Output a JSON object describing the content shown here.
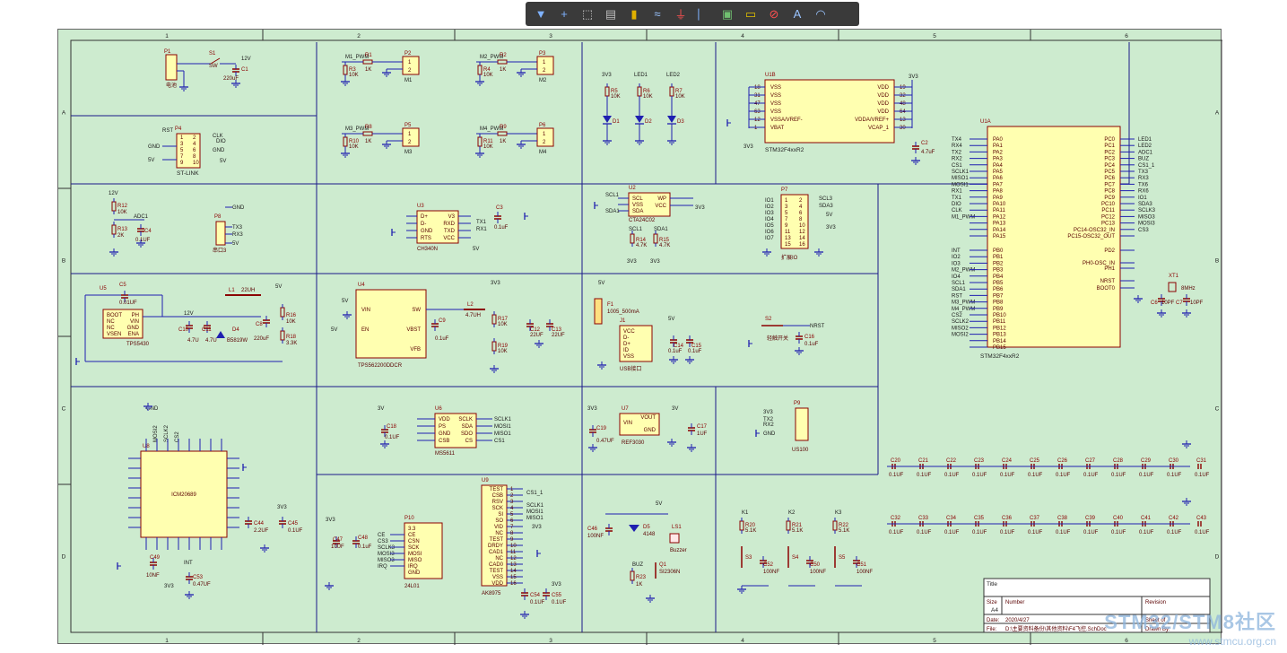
{
  "toolbar": {
    "tools": [
      {
        "name": "filter-icon",
        "glyph": "▼",
        "color": "#7fb2ff"
      },
      {
        "name": "crosshair-icon",
        "glyph": "+",
        "color": "#7fb2ff"
      },
      {
        "name": "select-rect-icon",
        "glyph": "⬚",
        "color": "#d0d0d0"
      },
      {
        "name": "align-icon",
        "glyph": "▤",
        "color": "#bbbbbb"
      },
      {
        "name": "component-icon",
        "glyph": "▮",
        "color": "#e0b000"
      },
      {
        "name": "wire-icon",
        "glyph": "≈",
        "color": "#9ac4ff"
      },
      {
        "name": "ground-icon",
        "glyph": "⏚",
        "color": "#ff5050"
      },
      {
        "name": "bus-icon",
        "glyph": "⎸",
        "color": "#7fb2ff"
      },
      {
        "name": "chip-icon",
        "glyph": "▣",
        "color": "#70c070"
      },
      {
        "name": "port-icon",
        "glyph": "▭",
        "color": "#e0c000"
      },
      {
        "name": "probe-icon",
        "glyph": "⊘",
        "color": "#ff5050"
      },
      {
        "name": "text-icon",
        "glyph": "A",
        "color": "#9ac4ff"
      },
      {
        "name": "arc-icon",
        "glyph": "◠",
        "color": "#9ac4ff"
      }
    ]
  },
  "frame": {
    "columns": [
      "1",
      "2",
      "3",
      "4",
      "5",
      "6"
    ],
    "rows": [
      "A",
      "B",
      "C",
      "D"
    ]
  },
  "blocks": {
    "p1": {
      "ref": "P1",
      "label": "电池",
      "sw": "S1",
      "sw_val": "SW",
      "c": "C1",
      "c_val": "220uF",
      "v": "12V"
    },
    "p4": {
      "ref": "P4",
      "label": "ST-LINK",
      "pins": [
        "1",
        "2",
        "3",
        "4",
        "5",
        "6",
        "7",
        "8",
        "9",
        "10"
      ],
      "nets": [
        "RST",
        "CLK",
        "DIO",
        "GND",
        "5V",
        "5V"
      ]
    },
    "motors": [
      {
        "name": "M1",
        "pwm": "M1_PWM",
        "r": "R1",
        "r_val": "1K",
        "rd": "R3",
        "rd_val": "10K",
        "p": "P2",
        "out": "M1"
      },
      {
        "name": "M2",
        "pwm": "M2_PWM",
        "r": "R2",
        "r_val": "1K",
        "rd": "R4",
        "rd_val": "10K",
        "p": "P3",
        "out": "M2"
      },
      {
        "name": "M3",
        "pwm": "M3_PWM",
        "r": "R8",
        "r_val": "1K",
        "rd": "R10",
        "rd_val": "10K",
        "p": "P5",
        "out": "M3"
      },
      {
        "name": "M4",
        "pwm": "M4_PWM",
        "r": "R9",
        "r_val": "1K",
        "rd": "R11",
        "rd_val": "10K",
        "p": "P6",
        "out": "M4"
      }
    ],
    "leds": [
      {
        "r": "R5",
        "rv": "10K",
        "d": "D1",
        "net": "3V3"
      },
      {
        "r": "R6",
        "rv": "10K",
        "d": "D2",
        "net": "LED1"
      },
      {
        "r": "R7",
        "rv": "10K",
        "d": "D3",
        "net": "LED2"
      }
    ],
    "u1b": {
      "ref": "U1B",
      "part": "STM32F4xxR2",
      "left": [
        "VSS",
        "VSS",
        "VSS",
        "VSS",
        "VSSA/VREF-",
        "VBAT"
      ],
      "right": [
        "VDD",
        "VDD",
        "VDD",
        "VDD",
        "VDDA/VREF+",
        "VCAP_1"
      ],
      "lnums": [
        "18",
        "31",
        "47",
        "63",
        "12",
        "1"
      ],
      "rnums": [
        "19",
        "32",
        "48",
        "64",
        "13",
        "30"
      ],
      "v": "3V3",
      "c2": "C2",
      "c2v": "4.7uF"
    },
    "u1a": {
      "ref": "U1A",
      "part": "STM32F4xxR2",
      "pa": [
        "PA0",
        "PA1",
        "PA2",
        "PA3",
        "PA4",
        "PA5",
        "PA6",
        "PA7",
        "PA8",
        "PA9",
        "PA10",
        "PA11",
        "PA12",
        "PA13",
        "PA14",
        "PA15"
      ],
      "panets": [
        "TX4",
        "RX4",
        "TX2",
        "RX2",
        "CS1",
        "SCLK1",
        "MISO1",
        "MOSI1",
        "RX1",
        "TX1",
        "DIO",
        "CLK",
        "M1_PWM",
        "",
        "",
        ""
      ],
      "pb": [
        "PB0",
        "PB1",
        "PB2",
        "PB3",
        "PB4",
        "PB5",
        "PB6",
        "PB7",
        "PB8",
        "PB9",
        "PB10",
        "PB11",
        "PB12",
        "PB13",
        "PB14",
        "PB15"
      ],
      "pbnets": [
        "INT",
        "IO2",
        "IO3",
        "M2_PWM",
        "IO4",
        "SCL1",
        "SDA1",
        "RST",
        "M3_PWM",
        "M4_PWM",
        "CS2",
        "SCLK2",
        "MISO2",
        "MOSI2",
        "",
        ""
      ],
      "pc": [
        "PC0",
        "PC1",
        "PC2",
        "PC3",
        "PC4",
        "PC5",
        "PC6",
        "PC7",
        "PC8",
        "PC9",
        "PC10",
        "PC11",
        "PC12",
        "PC13",
        "PC14-OSC32_IN",
        "PC15-OSC32_OUT"
      ],
      "pcnets": [
        "LED1",
        "LED2",
        "ADC1",
        "BUZ",
        "CS1_1",
        "TX3",
        "RX3",
        "TX6",
        "RX6",
        "IO1",
        "SDA3",
        "SCLK3",
        "MISO3",
        "MOSI3",
        "CS3",
        ""
      ],
      "pd": [
        "PD2",
        "PH0-OSC_IN",
        "PH1",
        "NRST",
        "BOOT0"
      ],
      "xt": "XT1",
      "xtv": "8MHz",
      "c6": "C6",
      "c7": "C7",
      "cv": "10PF"
    },
    "st_link_left": [
      "GND",
      "5V"
    ],
    "adc": {
      "r12": "R12",
      "r12v": "10K",
      "r13": "R13",
      "r13v": "2K",
      "c4": "C4",
      "c4v": "0.1UF",
      "net": "ADC1",
      "v": "12V"
    },
    "p8": {
      "ref": "P8",
      "label": "串口3",
      "nets": [
        "GND",
        "TX3",
        "RX3",
        "5V"
      ]
    },
    "u3": {
      "ref": "U3",
      "part": "CH340N",
      "left": [
        "D+",
        "D-",
        "GND",
        "RTS"
      ],
      "right": [
        "V3",
        "RXD",
        "TXD",
        "VCC"
      ],
      "c3": "C3",
      "c3v": "0.1uF",
      "nets": [
        "TX1",
        "RX1",
        "5V"
      ]
    },
    "u2": {
      "ref": "U2",
      "part": "CTA24C02",
      "pins": [
        "SCL",
        "VSS",
        "SDA",
        "WP",
        "VCC"
      ],
      "nets": [
        "SCL1",
        "SDA1",
        "3V3"
      ],
      "r14": "R14",
      "r15": "R15",
      "rv": "4.7K"
    },
    "p7": {
      "ref": "P7",
      "label": "扩展IO",
      "nets": [
        "SCL3",
        "IO1",
        "IO2",
        "IO3",
        "IO4",
        "IO5",
        "IO6",
        "IO7",
        "SDA3",
        "5V",
        "3V3"
      ]
    },
    "u5": {
      "ref": "U5",
      "part": "TPS5430",
      "pins": [
        "BOOT",
        "NC",
        "NC",
        "VSEN",
        "PH",
        "VIN",
        "GND",
        "ENA"
      ],
      "c5": "C5",
      "c5v": "0.01UF",
      "c10": "C10",
      "c11": "C11",
      "cv": "4.7U",
      "d4": "D4",
      "d4v": "B5819W",
      "l1": "L1",
      "l1v": "22UH",
      "c8": "C8",
      "c8v": "220uF",
      "r16": "R16",
      "r16v": "10K",
      "r18": "R18",
      "r18v": "3.3K",
      "v": "12V",
      "out": "5V"
    },
    "u4": {
      "ref": "U4",
      "part": "TPS562200DDCR",
      "pins": [
        "VIN",
        "EN",
        "SW",
        "VBST",
        "VFB"
      ],
      "c9": "C9",
      "c9v": "0.1uF",
      "l2": "L2",
      "l2v": "4.7UH",
      "r17": "R17",
      "r17v": "10K",
      "r19": "R19",
      "r19v": "10K",
      "c12": "C12",
      "c13": "C13",
      "cv": "22UF",
      "v": "3V3",
      "vin": "5V"
    },
    "j1": {
      "ref": "J1",
      "part": "USB接口",
      "pins": [
        "VCC",
        "D-",
        "D+",
        "ID",
        "VSS"
      ],
      "f1": "F1",
      "f1v": "1005_500mA",
      "c14": "C14",
      "c15": "C15",
      "cv": "0.1uF",
      "v": "5V"
    },
    "s2": {
      "ref": "S2",
      "label": "轻触开关",
      "net": "NRST",
      "c16": "C16",
      "c16v": "0.1uF"
    },
    "u6": {
      "ref": "U6",
      "part": "MS5611",
      "left": [
        "VDD",
        "PS",
        "GND",
        "CSB"
      ],
      "right": [
        "SCLK",
        "SDA",
        "SDO",
        "CS"
      ],
      "nets": [
        "SCLK1",
        "MOSI1",
        "MISO1",
        "CS1",
        "3V"
      ],
      "c18": "C18",
      "c18v": "0.1UF"
    },
    "u7": {
      "ref": "U7",
      "part": "REF3030",
      "pins": [
        "VIN",
        "VOUT",
        "GND"
      ],
      "c19": "C19",
      "c19v": "0.47UF",
      "c17": "C17",
      "c17v": "1UF",
      "v": "3V3",
      "out": "3V"
    },
    "p9": {
      "ref": "P9",
      "label": "US100",
      "nets": [
        "3V3",
        "TX2",
        "RX2",
        "GND"
      ]
    },
    "decouple_top": [
      "C20",
      "C21",
      "C22",
      "C23",
      "C24",
      "C25",
      "C26",
      "C27",
      "C28",
      "C29",
      "C30",
      "C31"
    ],
    "decouple_bot": [
      "C32",
      "C33",
      "C34",
      "C35",
      "C36",
      "C37",
      "C38",
      "C39",
      "C40",
      "C41",
      "C42",
      "C43"
    ],
    "decouple_val": "0.1UF",
    "u8": {
      "ref": "U8",
      "part": "ICM20689",
      "nets": [
        "MOSI2",
        "SCLK2",
        "CS2"
      ],
      "c44": "C44",
      "c44v": "2.2UF",
      "c45": "C45",
      "c45v": "0.1UF",
      "c49": "C49",
      "c49v": "10NF",
      "c53": "C53",
      "c53v": "0.47UF",
      "net": "INT",
      "v": "3V3"
    },
    "p10": {
      "ref": "P10",
      "label": "24L01",
      "pins": [
        "3.3",
        "CE",
        "CSN",
        "SCK",
        "MOSI",
        "MISO",
        "IRQ",
        "GND"
      ],
      "nets": [
        "CE",
        "CS3",
        "SCLK3",
        "MOSI3",
        "MISO3",
        "IRQ"
      ],
      "c47": "C47",
      "c47v": "10UF",
      "c48": "C48",
      "c48v": "0.1uF",
      "v": "3V3"
    },
    "u9": {
      "ref": "U9",
      "part": "AK8975",
      "pins": [
        "TEST",
        "CSB",
        "RSV",
        "SCK",
        "SI",
        "SO",
        "VID",
        "NC",
        "TEST",
        "DRDY",
        "CAD1",
        "NC",
        "CAD0",
        "TEST",
        "VSS",
        "VDD"
      ],
      "nets": [
        "CS1_1",
        "SCLK1",
        "MOSI1",
        "MISO1",
        "3V3"
      ],
      "c54": "C54",
      "c55": "C55",
      "c54v": "0.1UF",
      "c55v": "0.1UF"
    },
    "buzzer": {
      "ref": "LS1",
      "label": "Buzzer",
      "q": "Q1",
      "qv": "SI2306N",
      "d": "D5",
      "dv": "4148",
      "c46": "C46",
      "c46v": "100NF",
      "r": "R23",
      "rv": "1K",
      "net": "BUZ",
      "v": "5V"
    },
    "switches": [
      {
        "ref": "S3",
        "r": "R20",
        "rv": "5.1K",
        "c": "C52",
        "cv": "100NF",
        "net": "K1"
      },
      {
        "ref": "S4",
        "r": "R21",
        "rv": "5.1K",
        "c": "C50",
        "cv": "100NF",
        "net": "K2"
      },
      {
        "ref": "S5",
        "r": "R22",
        "rv": "5.1K",
        "c": "C51",
        "cv": "100NF",
        "net": "K3"
      }
    ],
    "titleblock": {
      "title": "Title",
      "size_label": "Size",
      "size": "A4",
      "number": "Number",
      "revision": "Revision",
      "date_label": "Date:",
      "date": "2020/4/27",
      "file_label": "File:",
      "file": "D:\\主要资料备份\\其他资料\\F4飞控.SchDoc",
      "sheet": "Sheet of",
      "drawn": "Drawn By:"
    }
  },
  "watermark": {
    "line1": "STM32/STM8社区",
    "line2": "www.stmcu.org.cn"
  }
}
